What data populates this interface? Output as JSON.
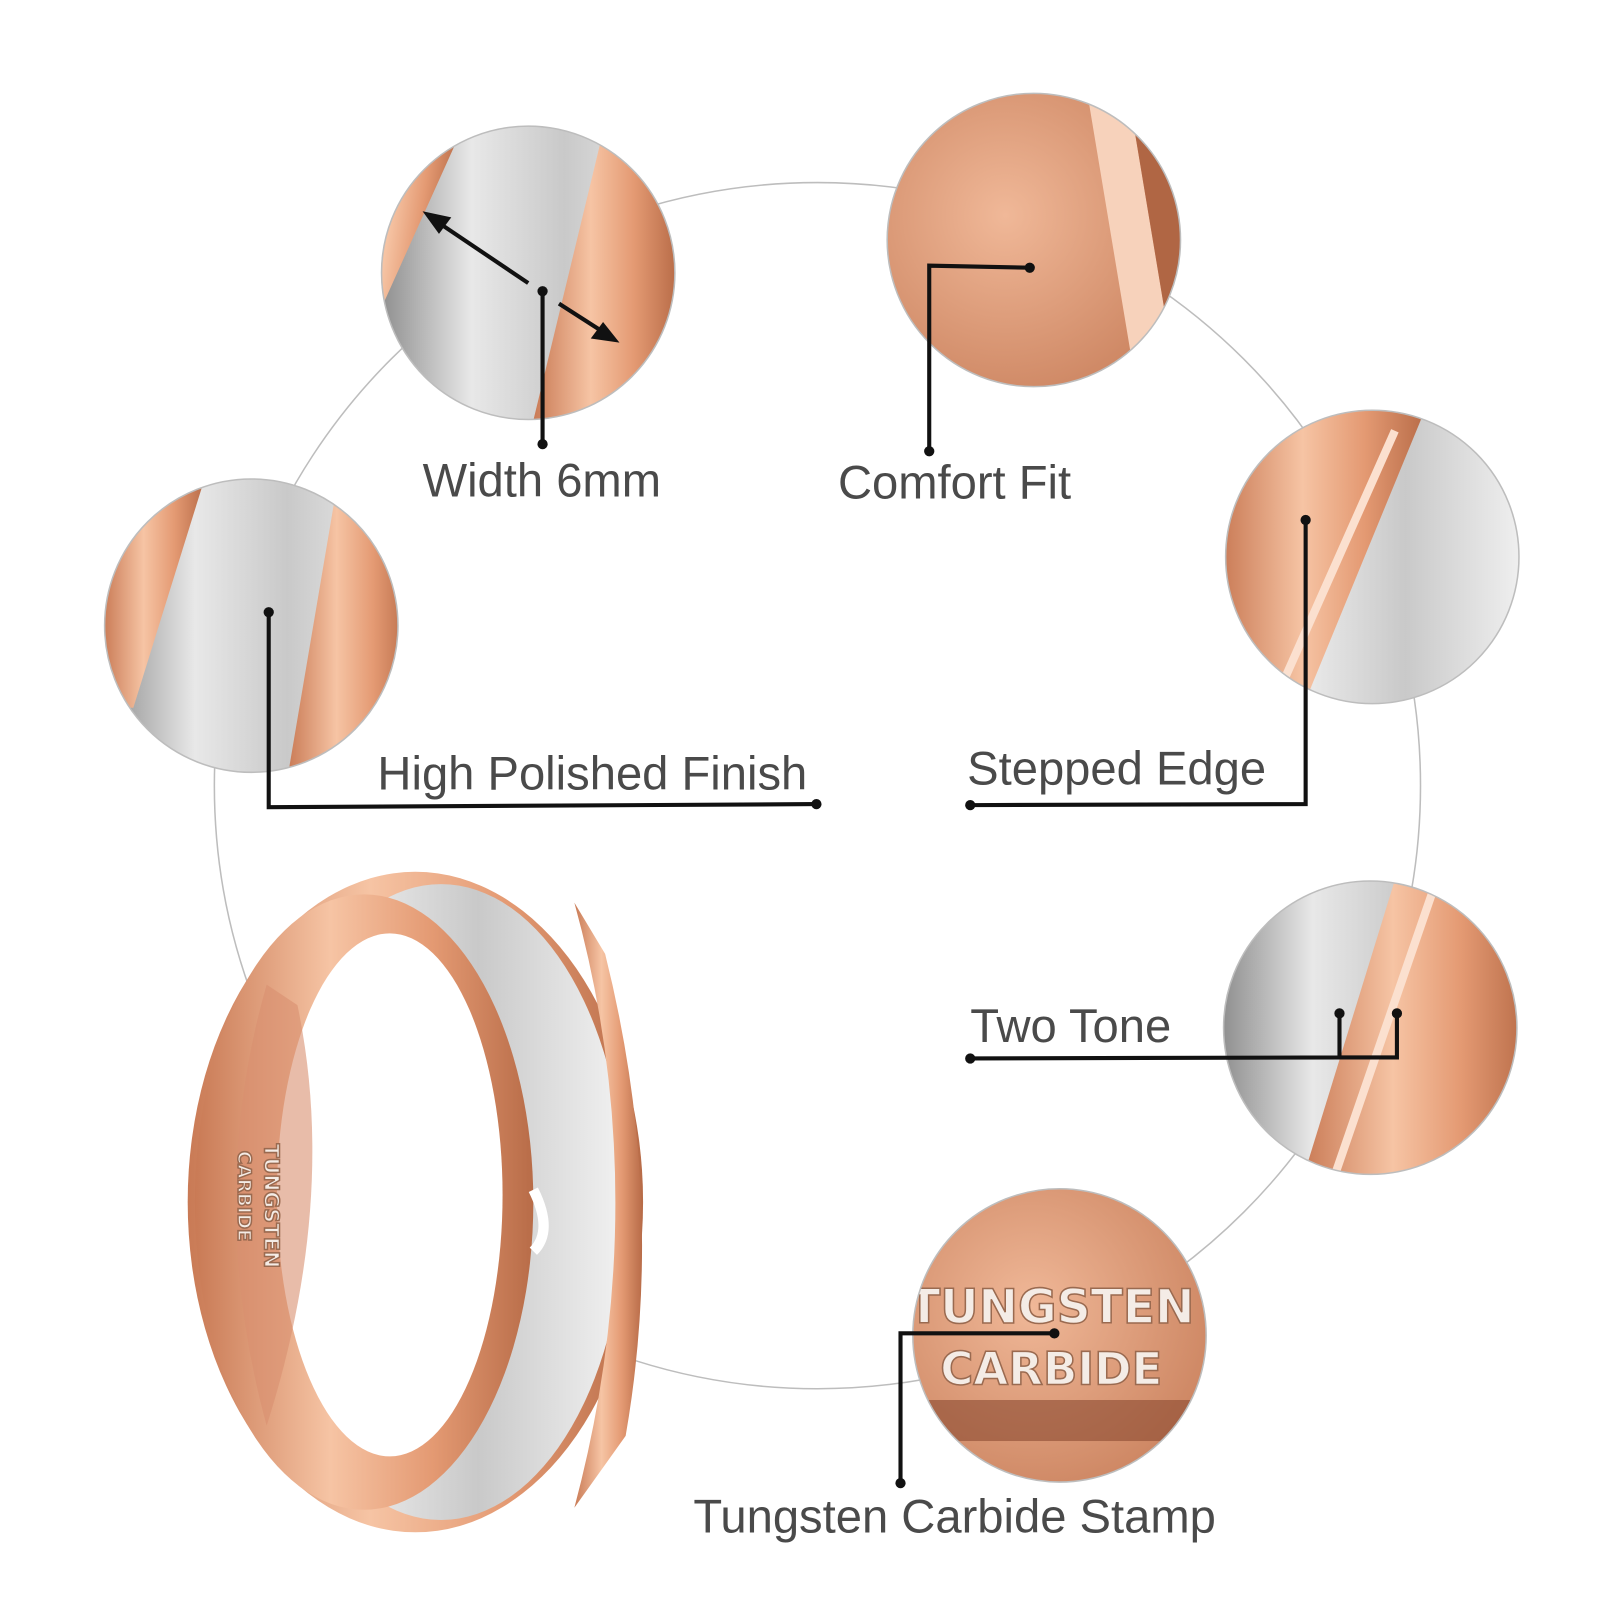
{
  "features": {
    "width": "Width 6mm",
    "comfort_fit": "Comfort Fit",
    "high_polished": "High Polished Finish",
    "stepped_edge": "Stepped Edge",
    "two_tone": "Two Tone",
    "stamp": "Tungsten Carbide Stamp"
  },
  "engraving": {
    "line1": "TUNGSTEN",
    "line2": "CARBIDE"
  },
  "colors": {
    "rose_gold": "#e8a27c",
    "silver": "#d4d4d4",
    "label": "#4a4a4a"
  }
}
